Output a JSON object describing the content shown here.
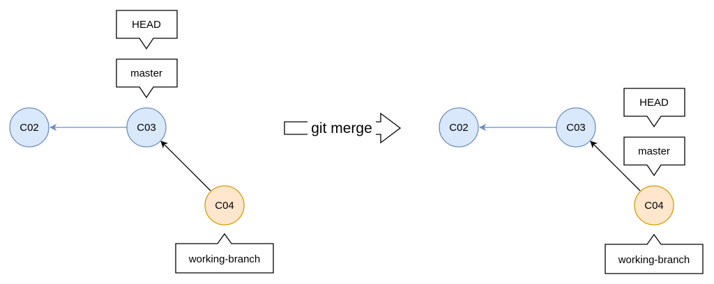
{
  "colors": {
    "blue_fill": "#dae8fc",
    "blue_stroke": "#6c8ebf",
    "orange_fill": "#ffe6cc",
    "orange_stroke": "#d79b00",
    "edge_blue": "#6c8ebf",
    "edge_black": "#000000",
    "text": "#000000"
  },
  "merge": {
    "label": "git merge"
  },
  "before": {
    "nodes": {
      "c02": "C02",
      "c03": "C03",
      "c04": "C04"
    },
    "labels": {
      "head": "HEAD",
      "master": "master",
      "working_branch": "working-branch"
    }
  },
  "after": {
    "nodes": {
      "c02": "C02",
      "c03": "C03",
      "c04": "C04"
    },
    "labels": {
      "head": "HEAD",
      "master": "master",
      "working_branch": "working-branch"
    }
  }
}
